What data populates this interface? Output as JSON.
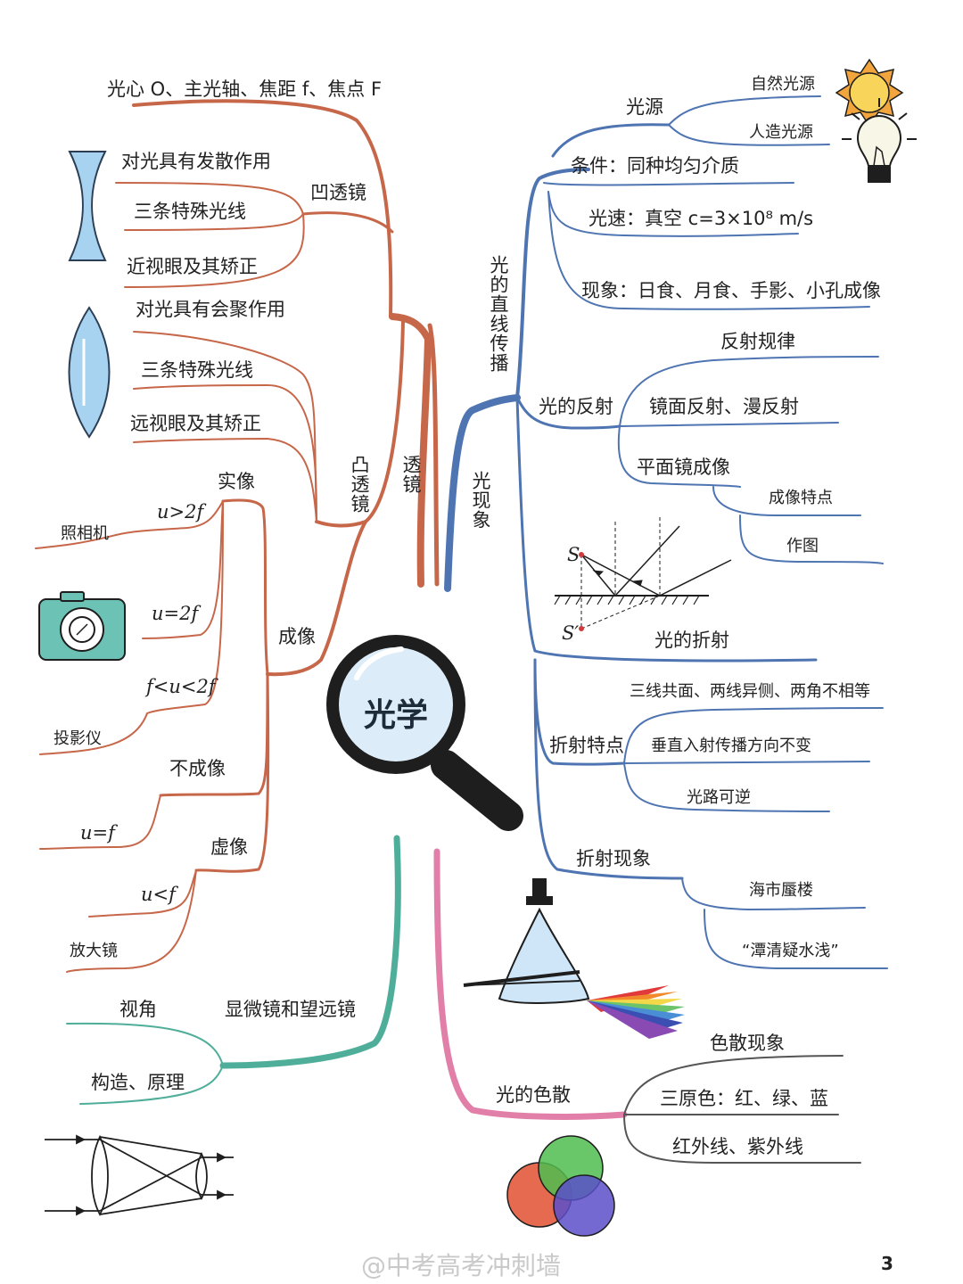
{
  "center": {
    "title": "光学"
  },
  "colors": {
    "lens_branch": "#c7674a",
    "light_branch": "#4e74b2",
    "telescope_branch": "#4fae9a",
    "dispersion_branch": "#e27fa8",
    "lens_shape": "#a8d3f0"
  },
  "lens": {
    "title": "透镜",
    "top_note": "光心 O、主光轴、焦距 f、焦点 F",
    "concave": {
      "title": "凹透镜",
      "items": [
        "对光具有发散作用",
        "三条特殊光线",
        "近视眼及其矫正"
      ]
    },
    "convex": {
      "title": "凸透镜",
      "items": [
        "对光具有会聚作用",
        "三条特殊光线",
        "远视眼及其矫正"
      ],
      "imaging": {
        "title": "成像",
        "real": {
          "title": "实像",
          "conditions": [
            {
              "cond": "u>2f",
              "use": "照相机"
            },
            {
              "cond": "u=2f",
              "use": ""
            },
            {
              "cond": "f<u<2f",
              "use": "投影仪"
            }
          ]
        },
        "none": {
          "title": "不成像",
          "cond": "u=f"
        },
        "virtual": {
          "title": "虚像",
          "cond": "u<f",
          "use": "放大镜"
        }
      }
    }
  },
  "light": {
    "title": "光现象",
    "straight": {
      "title": "光的直线传播",
      "source": {
        "title": "光源",
        "items": [
          "自然光源",
          "人造光源"
        ]
      },
      "items": [
        "条件：同种均匀介质",
        "光速：真空 c=3×10⁸ m/s",
        "现象：日食、月食、手影、小孔成像"
      ]
    },
    "reflection": {
      "title": "光的反射",
      "items": [
        "反射规律",
        "镜面反射、漫反射"
      ],
      "mirror": {
        "title": "平面镜成像",
        "items": [
          "成像特点",
          "作图"
        ]
      },
      "diagram_labels": {
        "s": "S",
        "s_prime": "S′"
      }
    },
    "refraction": {
      "title": "光的折射",
      "features": {
        "title": "折射特点",
        "items": [
          "三线共面、两线异侧、两角不相等",
          "垂直入射传播方向不变",
          "光路可逆"
        ]
      },
      "phenomena": {
        "title": "折射现象",
        "items": [
          "海市蜃楼",
          "“潭清疑水浅”"
        ]
      }
    }
  },
  "telescope": {
    "title": "显微镜和望远镜",
    "items": [
      "视角",
      "构造、原理"
    ]
  },
  "dispersion": {
    "title": "光的色散",
    "items": [
      "色散现象",
      "三原色：红、绿、蓝",
      "红外线、紫外线"
    ]
  },
  "footer": {
    "page": "3",
    "watermark": "@中考高考冲刺墙"
  }
}
